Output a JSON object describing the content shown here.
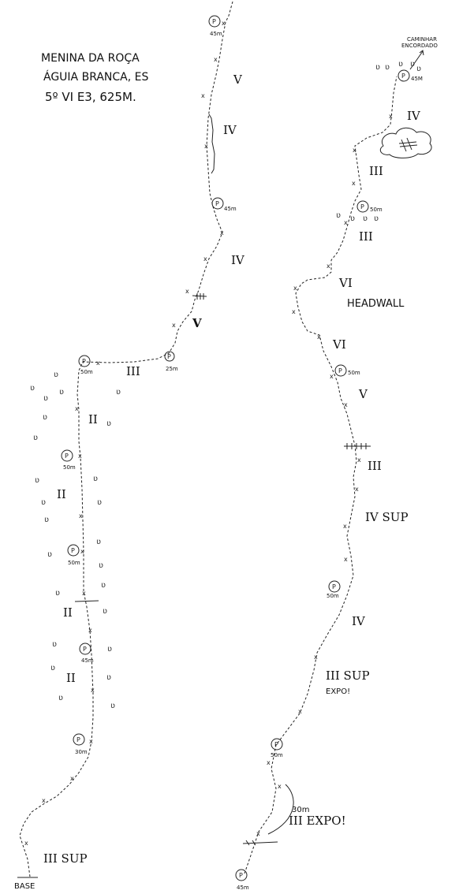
{
  "header": {
    "line1": "MENINA DA ROÇA",
    "line2": "ÁGUIA BRANCA, ES",
    "line3": "5º VI E3, 625M."
  },
  "labels": {
    "headwall": "HEADWALL",
    "walk_line1": "CAMINHAR",
    "walk_line2": "ENCORDADO",
    "base": "BASE",
    "bolt_glyph": "P"
  },
  "left_column": {
    "grades": [
      "V",
      "IV",
      "IV",
      "V",
      "III",
      "II",
      "II",
      "II",
      "II",
      "III SUP"
    ],
    "belays": [
      "45m",
      "45m",
      "25m",
      "50m",
      "50m",
      "50m",
      "45m",
      "30m"
    ]
  },
  "right_column": {
    "grades": [
      "IV",
      "III",
      "III",
      "VI",
      "VI",
      "V",
      "III",
      "IV SUP",
      "IV",
      "III SUP",
      "EXPO!",
      "30m",
      "III EXPO!"
    ],
    "belays": [
      "45M",
      "50m",
      "50m",
      "50m",
      "50m",
      "45m"
    ]
  }
}
